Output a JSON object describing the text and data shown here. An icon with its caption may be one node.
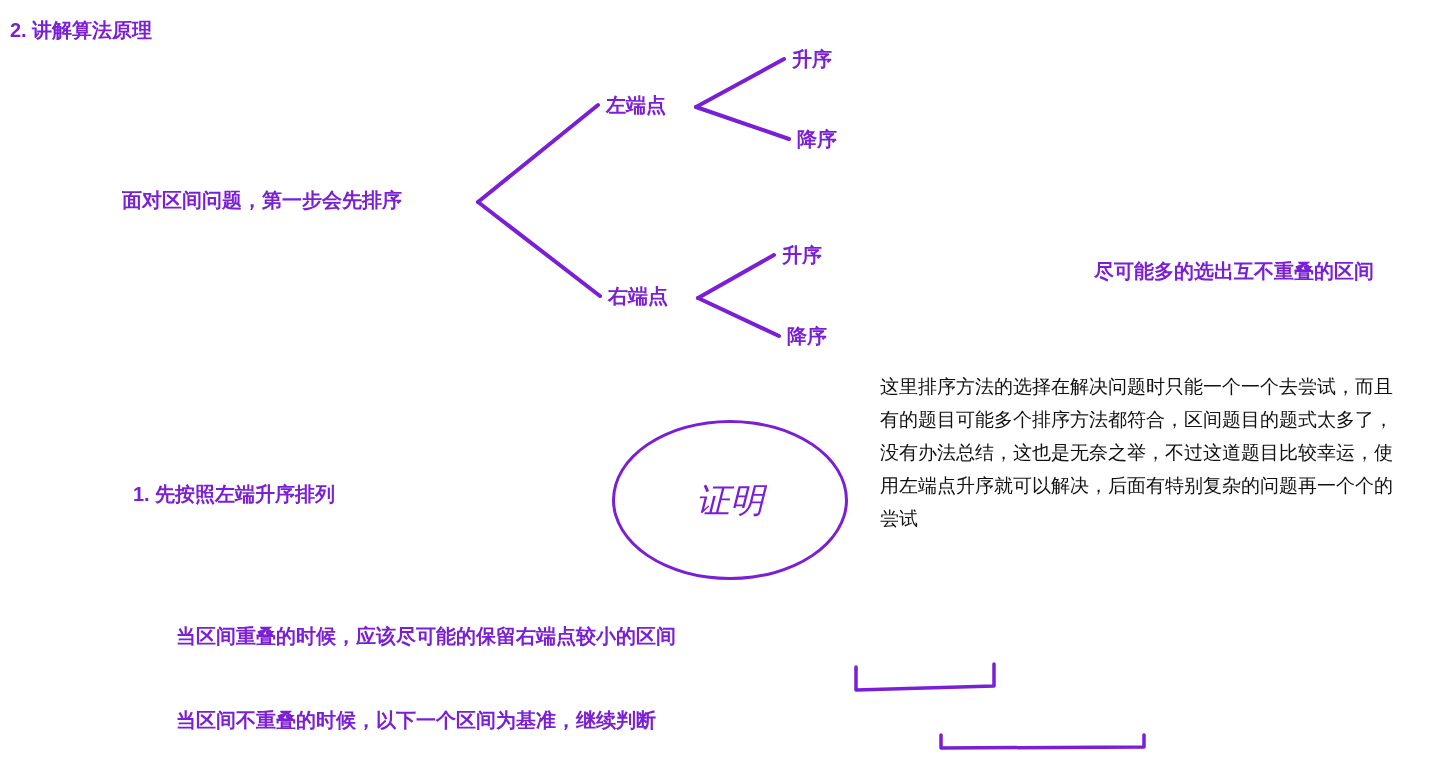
{
  "diagram": {
    "title": "2. 讲解算法原理",
    "nodes": [
      {
        "text": [
          "面对区间问题，第一步会先排序"
        ]
      },
      {
        "text": [
          "左端点"
        ]
      },
      {
        "text": [
          "升序"
        ]
      },
      {
        "text": [
          "降序"
        ]
      },
      {
        "text": [
          "右端点"
        ]
      },
      {
        "text": [
          "升序"
        ]
      },
      {
        "text": [
          "降序"
        ]
      },
      {
        "text": [
          "证明"
        ]
      }
    ],
    "edges": [
      {
        "from": 0,
        "to": 1,
        "arrow": "none"
      },
      {
        "from": 1,
        "to": 2,
        "arrow": "none"
      },
      {
        "from": 1,
        "to": 3,
        "arrow": "none"
      },
      {
        "from": 0,
        "to": 4,
        "arrow": "none"
      },
      {
        "from": 4,
        "to": 5,
        "arrow": "none"
      },
      {
        "from": 4,
        "to": 6,
        "arrow": "none"
      }
    ],
    "labels": [
      "尽可能多的选出互不重叠的区间",
      "这里排序方法的选择在解决问题时只能一个一个去尝试，而且有的题目可能多个排序方法都符合，区间题目的题式太多了，没有办法总结，这也是无奈之举，不过这道题目比较幸运，使用左端点升序就可以解决，后面有特别复杂的问题再一个个的尝试",
      "1. 先按照左端升序排列",
      "当区间重叠的时候，应该尽可能的保留右端点较小的区间",
      "当区间不重叠的时候，以下一个区间为基准，继续判断"
    ]
  }
}
